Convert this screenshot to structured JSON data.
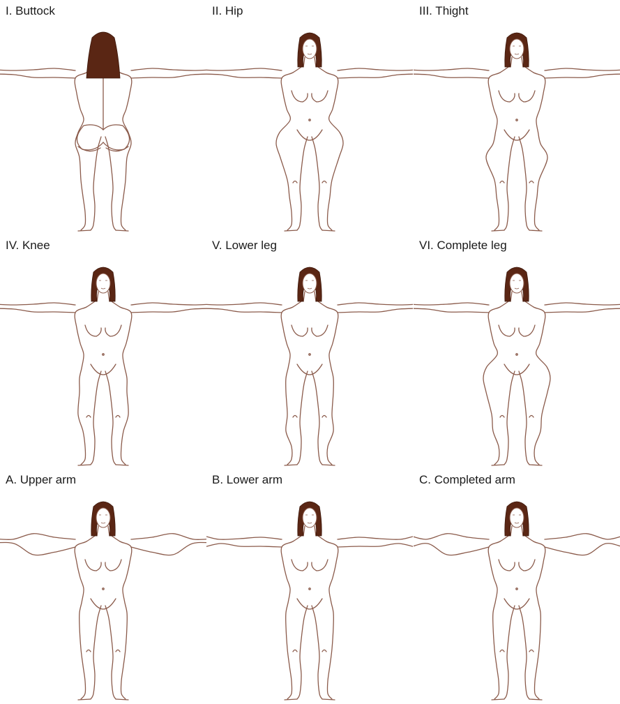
{
  "panels": [
    {
      "label": "I. Buttock",
      "view": "back",
      "highlight": "buttock"
    },
    {
      "label": "II. Hip",
      "view": "front",
      "highlight": "hip"
    },
    {
      "label": "III. Thight",
      "view": "front",
      "highlight": "thigh"
    },
    {
      "label": "IV. Knee",
      "view": "front",
      "highlight": "knee"
    },
    {
      "label": "V. Lower leg",
      "view": "front",
      "highlight": "lower-leg"
    },
    {
      "label": "VI. Complete leg",
      "view": "front",
      "highlight": "complete-leg"
    },
    {
      "label": "A. Upper arm",
      "view": "front",
      "highlight": "upper-arm"
    },
    {
      "label": "B. Lower arm",
      "view": "front",
      "highlight": "lower-arm"
    },
    {
      "label": "C. Completed arm",
      "view": "front",
      "highlight": "completed-arm"
    }
  ],
  "colors": {
    "outline": "#8a5a4a",
    "hair": "#5a2614",
    "hair_dark": "#3d180b",
    "skin": "#ffffff",
    "text": "#1a1a1a"
  }
}
